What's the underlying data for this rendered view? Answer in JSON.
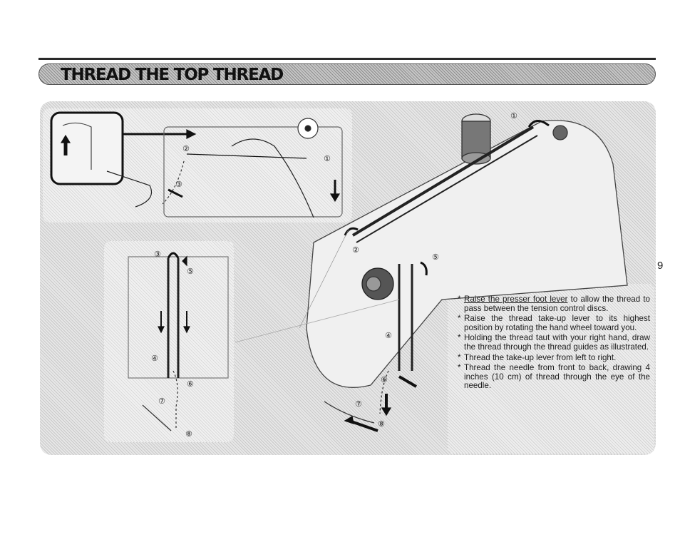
{
  "header": {
    "title": "THREAD THE TOP THREAD"
  },
  "page": {
    "number": "9"
  },
  "callouts": [
    "①",
    "②",
    "③",
    "④",
    "⑤",
    "⑥",
    "⑦",
    "⑧"
  ],
  "instructions": [
    {
      "underlined": "Raise the presser foot lever",
      "rest": " to allow the thread to pass between the tension control discs."
    },
    {
      "underlined": "",
      "rest": "Raise the thread take-up lever to its highest position by rotating the hand wheel toward you."
    },
    {
      "underlined": "",
      "rest": "Holding the thread taut with your right hand, draw the thread through the thread guides as illustrated."
    },
    {
      "underlined": "",
      "rest": "Thread the take-up lever from left to right."
    },
    {
      "underlined": "",
      "rest": "Thread the needle from front to back, drawing 4 inches (10 cm) of thread through the eye of the needle."
    }
  ]
}
